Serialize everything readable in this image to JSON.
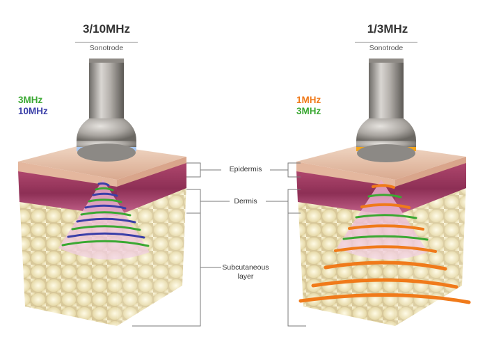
{
  "left_panel": {
    "title": "3/10MHz",
    "sonotrode_label": "Sonotrode",
    "frequencies": [
      {
        "label": "3MHz",
        "color": "#3aa832"
      },
      {
        "label": "10MHz",
        "color": "#3a3fa8"
      }
    ]
  },
  "right_panel": {
    "title": "1/3MHz",
    "sonotrode_label": "Sonotrode",
    "frequencies": [
      {
        "label": "1MHz",
        "color": "#f07a1a"
      },
      {
        "label": "3MHz",
        "color": "#3aa832"
      }
    ]
  },
  "layers": {
    "epidermis": "Epidermis",
    "dermis": "Dermis",
    "subcutaneous_line1": "Subcutaneous",
    "subcutaneous_line2": "layer"
  },
  "colors": {
    "green": "#3aa832",
    "blue": "#3a3fa8",
    "orange": "#f07a1a"
  }
}
